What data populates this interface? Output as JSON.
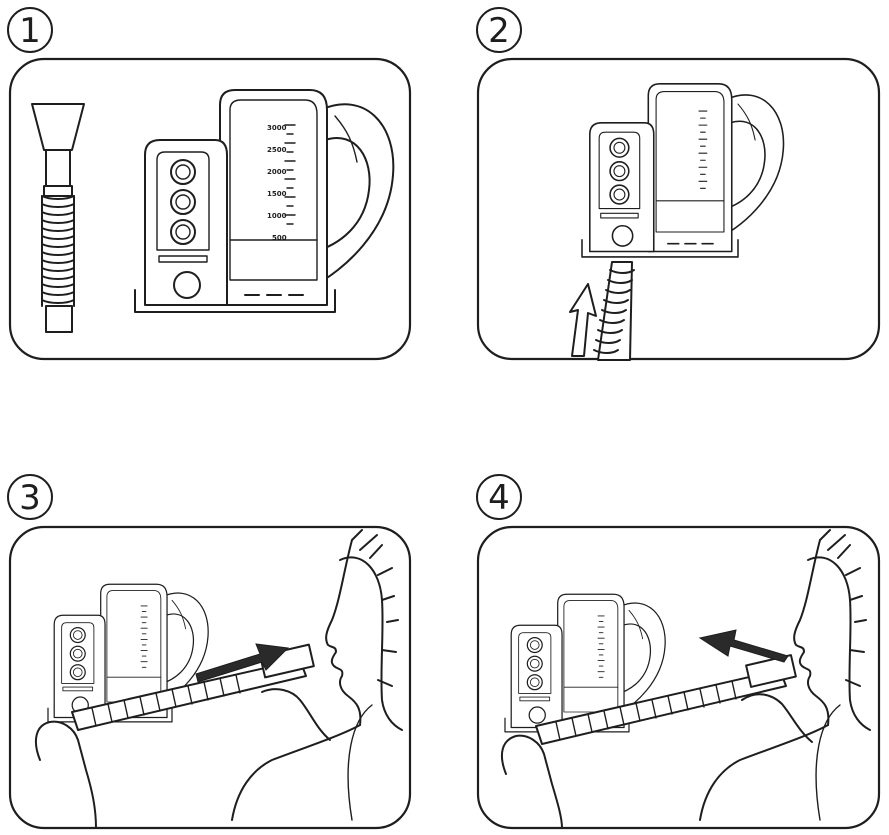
{
  "steps": [
    {
      "number": "1"
    },
    {
      "number": "2"
    },
    {
      "number": "3"
    },
    {
      "number": "4"
    }
  ],
  "scale_labels": [
    "3000",
    "2500",
    "2000",
    "1500",
    "1000",
    "500"
  ]
}
